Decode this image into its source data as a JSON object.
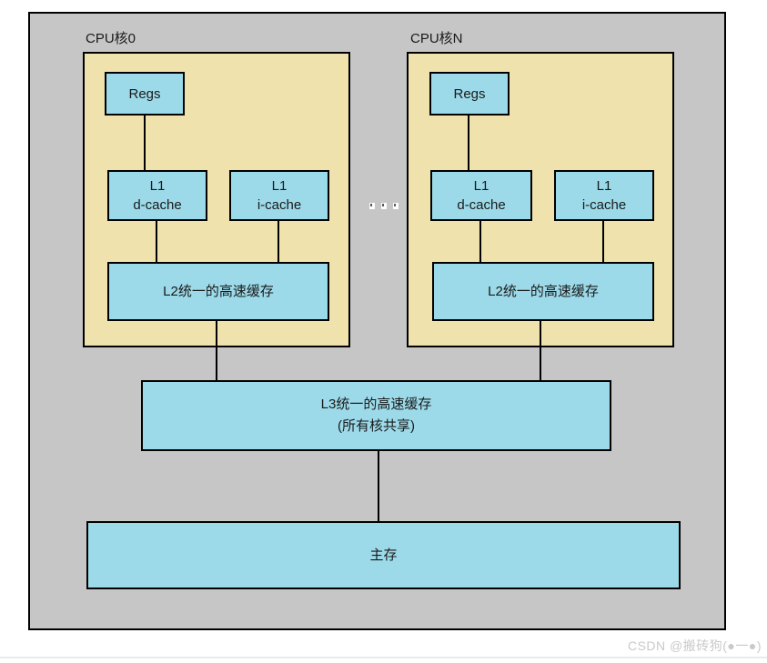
{
  "diagram": {
    "cores": [
      {
        "title": "CPU核0",
        "regs_label": "Regs",
        "l1d_line1": "L1",
        "l1d_line2": "d-cache",
        "l1i_line1": "L1",
        "l1i_line2": "i-cache",
        "l2_label": "L2统一的高速缓存"
      },
      {
        "title": "CPU核N",
        "regs_label": "Regs",
        "l1d_line1": "L1",
        "l1d_line2": "d-cache",
        "l1i_line1": "L1",
        "l1i_line2": "i-cache",
        "l2_label": "L2统一的高速缓存"
      }
    ],
    "l3_line1": "L3统一的高速缓存",
    "l3_line2": "(所有核共享)",
    "main_memory_label": "主存",
    "colors": {
      "panel_gray": "#c6c6c6",
      "core_tan": "#efe2ad",
      "box_blue": "#9cdae9",
      "border": "#000000",
      "watermark_gray": "#c9c9c9"
    }
  },
  "watermark_text": "CSDN @搬砖狗(●一●)"
}
